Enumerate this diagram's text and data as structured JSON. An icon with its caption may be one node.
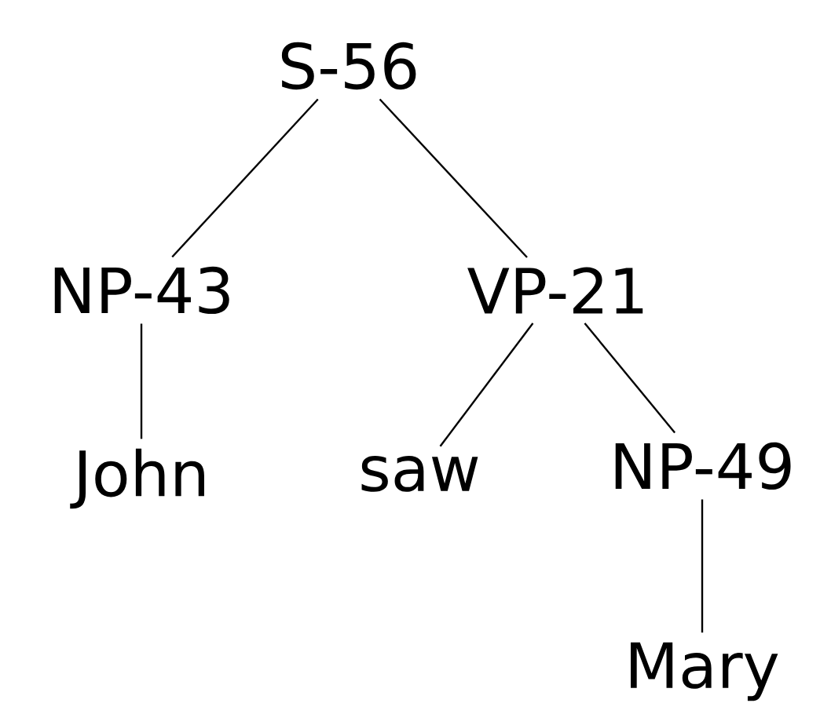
{
  "diagram": {
    "nodes": [
      {
        "text": [
          "S-56"
        ]
      },
      {
        "text": [
          "NP-43"
        ]
      },
      {
        "text": [
          "VP-21"
        ]
      },
      {
        "text": [
          "John"
        ]
      },
      {
        "text": [
          "saw"
        ]
      },
      {
        "text": [
          "NP-49"
        ]
      },
      {
        "text": [
          "Mary"
        ]
      }
    ],
    "edges": [
      {
        "from": 0,
        "to": 1,
        "arrow": "none"
      },
      {
        "from": 0,
        "to": 2,
        "arrow": "none"
      },
      {
        "from": 1,
        "to": 3,
        "arrow": "none"
      },
      {
        "from": 2,
        "to": 4,
        "arrow": "none"
      },
      {
        "from": 2,
        "to": 5,
        "arrow": "none"
      },
      {
        "from": 5,
        "to": 6,
        "arrow": "none"
      }
    ]
  }
}
